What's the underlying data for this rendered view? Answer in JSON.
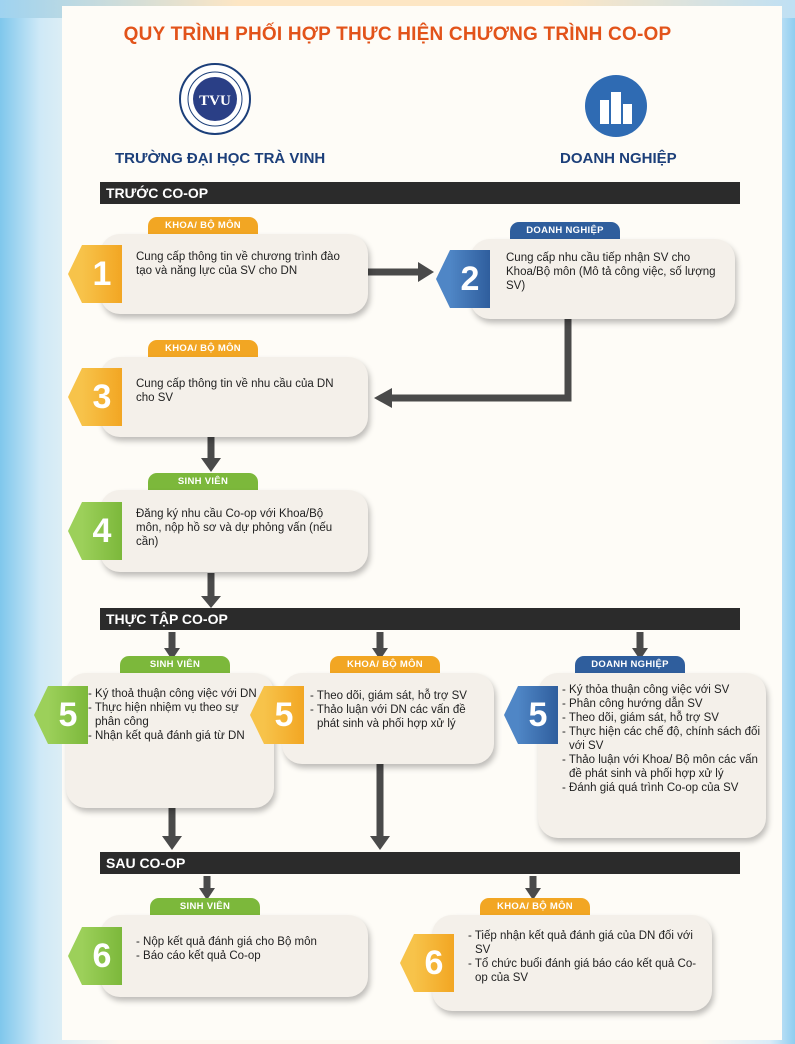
{
  "title": "QUY TRÌNH PHỐI HỢP THỰC HIỆN CHƯƠNG TRÌNH CO-OP",
  "parties": {
    "left": "TRƯỜNG ĐẠI HỌC TRÀ VINH",
    "left_logo_text": "TVU",
    "right": "DOANH NGHIỆP"
  },
  "sections": {
    "before": "TRƯỚC CO-OP",
    "during": "THỰC TẬP CO-OP",
    "after": "SAU CO-OP"
  },
  "steps": {
    "s1": {
      "tag": "KHOA/ BỘ MÔN",
      "num": "1",
      "text": "Cung cấp thông tin về chương trình đào tạo và năng lực của SV cho DN"
    },
    "s2": {
      "tag": "DOANH NGHIỆP",
      "num": "2",
      "text": "Cung cấp nhu cầu tiếp nhận SV cho Khoa/Bộ môn (Mô tả công việc, số lượng SV)"
    },
    "s3": {
      "tag": "KHOA/ BỘ MÔN",
      "num": "3",
      "text": "Cung cấp thông tin về nhu cầu của DN cho SV"
    },
    "s4": {
      "tag": "SINH VIÊN",
      "num": "4",
      "text": "Đăng ký nhu cầu Co-op với Khoa/Bộ môn, nộp hồ sơ và dự phỏng vấn (nếu cần)"
    },
    "s5a": {
      "tag": "SINH VIÊN",
      "num": "5",
      "items": [
        "Ký thoả thuận công việc với DN",
        "Thực hiện nhiệm vụ theo sự phân công",
        "Nhận kết quả đánh giá từ DN"
      ]
    },
    "s5b": {
      "tag": "KHOA/ BỘ MÔN",
      "num": "5",
      "items": [
        "Theo dõi, giám sát, hỗ trợ SV",
        "Thảo luận với DN các vấn đề phát sinh và phối hợp xử lý"
      ]
    },
    "s5c": {
      "tag": "DOANH NGHIỆP",
      "num": "5",
      "items": [
        "Ký thỏa thuận công việc với SV",
        "Phân công hướng dẫn SV",
        "Theo dõi, giám sát, hỗ trợ SV",
        "Thực hiện các chế độ, chính sách đối với SV",
        "Thảo luận với Khoa/ Bộ môn các vấn đề phát sinh và phối hợp xử lý",
        "Đánh giá quá trình Co-op của SV"
      ]
    },
    "s6a": {
      "tag": "SINH VIÊN",
      "num": "6",
      "items": [
        "Nộp kết quả đánh giá cho Bộ môn",
        "Báo cáo kết quả Co-op"
      ]
    },
    "s6b": {
      "tag": "KHOA/ BỘ MÔN",
      "num": "6",
      "items": [
        "Tiếp nhận kết quả đánh giá của DN đối với SV",
        "Tổ chức buổi đánh giá báo cáo kết quả Co-op của SV"
      ]
    }
  },
  "colors": {
    "title": "#e2531a",
    "party": "#1c3f7a",
    "orange": "#f2a623",
    "blue": "#2f5e9d",
    "green": "#7cb83b"
  }
}
